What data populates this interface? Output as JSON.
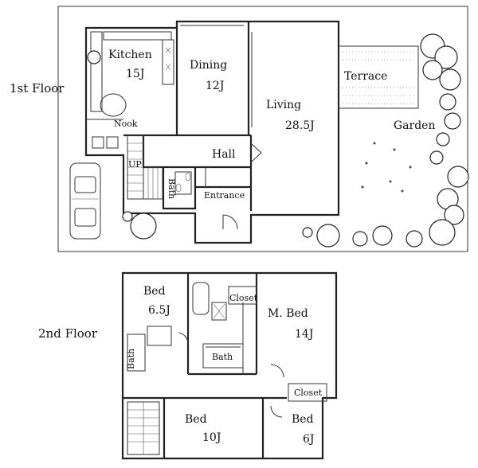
{
  "floors": {
    "first": {
      "label": "1st Floor",
      "rooms": {
        "kitchen": {
          "name": "Kitchen",
          "size": "15J"
        },
        "dining": {
          "name": "Dining",
          "size": "12J"
        },
        "living": {
          "name": "Living",
          "size": "28.5J"
        },
        "terrace": {
          "name": "Terrace"
        },
        "garden": {
          "name": "Garden"
        },
        "nook": {
          "name": "Nook"
        },
        "hall": {
          "name": "Hall"
        },
        "up": {
          "name": "UP"
        },
        "bath": {
          "name": "Bath"
        },
        "entrance": {
          "name": "Entrance"
        }
      }
    },
    "second": {
      "label": "2nd  Floor",
      "rooms": {
        "bed1": {
          "name": "Bed",
          "size": "6.5J"
        },
        "closet1": {
          "name": "Closet"
        },
        "mbed": {
          "name": "M. Bed",
          "size": "14J"
        },
        "bath1": {
          "name": "Bath"
        },
        "bath2": {
          "name": "Bath"
        },
        "closet2": {
          "name": "Closet"
        },
        "bed2": {
          "name": "Bed",
          "size": "10J"
        },
        "bed3": {
          "name": "Bed",
          "size": "6J"
        }
      }
    }
  }
}
